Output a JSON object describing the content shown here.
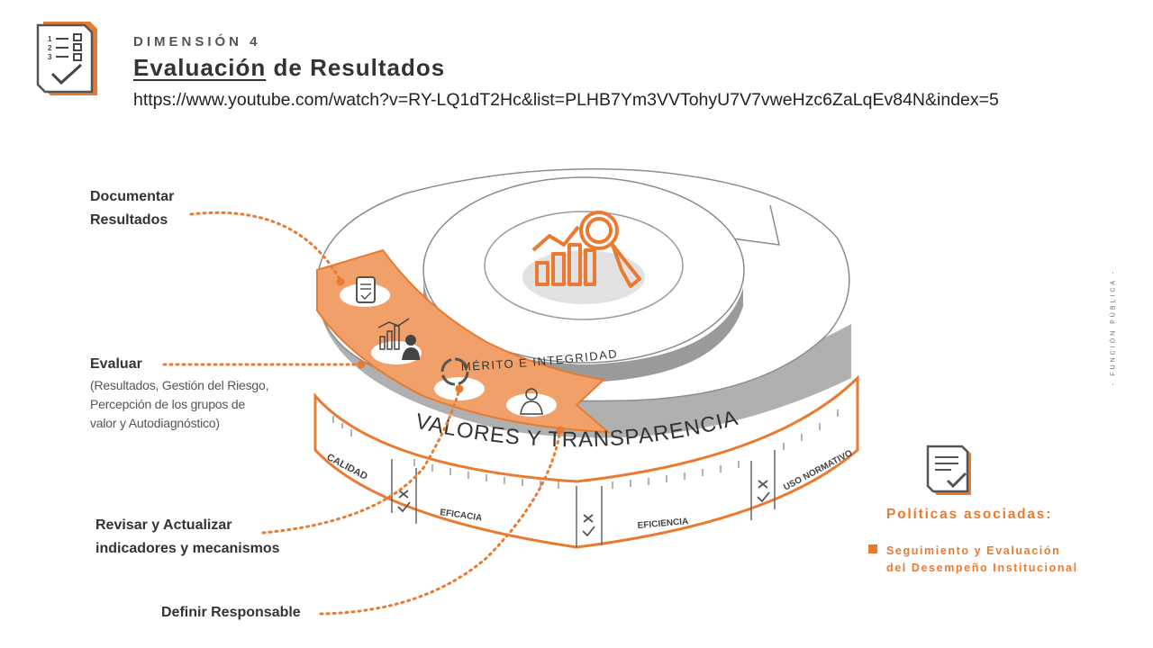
{
  "header": {
    "kicker": "DIMENSIÓN 4",
    "title_underlined": "Evaluación",
    "title_rest": " de Resultados",
    "url": "https://www.youtube.com/watch?v=RY-LQ1dT2Hc&list=PLHB7Ym3VVTohyU7V7vweHzc6ZaLqEv84N&index=5"
  },
  "side_label": "- FUNCIÓN PÚBLICA -",
  "callouts": {
    "documentar": {
      "line1": "Documentar",
      "line2": "Resultados"
    },
    "evaluar": {
      "title": "Evaluar",
      "sub1": "(Resultados, Gestión del Riesgo,",
      "sub2": "Percepción de los grupos de",
      "sub3": "valor y Autodiagnóstico)"
    },
    "revisar": {
      "line1": "Revisar y Actualizar",
      "line2": "indicadores y mecanismos"
    },
    "definir": {
      "title": "Definir Responsable"
    }
  },
  "diagram": {
    "inner_ring_text": "MÉRITO E INTEGRIDAD",
    "outer_ring_text": "VALORES Y TRANSPARENCIA",
    "ruler": {
      "calidad": "CALIDAD",
      "eficacia": "EFICACIA",
      "eficiencia": "EFICIENCIA",
      "uso_normativo": "USO NORMATIVO"
    }
  },
  "policies": {
    "title": "Políticas asociadas:",
    "item_line1": "Seguimiento y Evaluación",
    "item_line2": "del Desempeño Institucional"
  },
  "colors": {
    "accent": "#e97a30",
    "segment": "#f2a06a",
    "ring_gray": "#b0b0b0",
    "ring_dark": "#8c8c8c",
    "text_dark": "#333333"
  }
}
